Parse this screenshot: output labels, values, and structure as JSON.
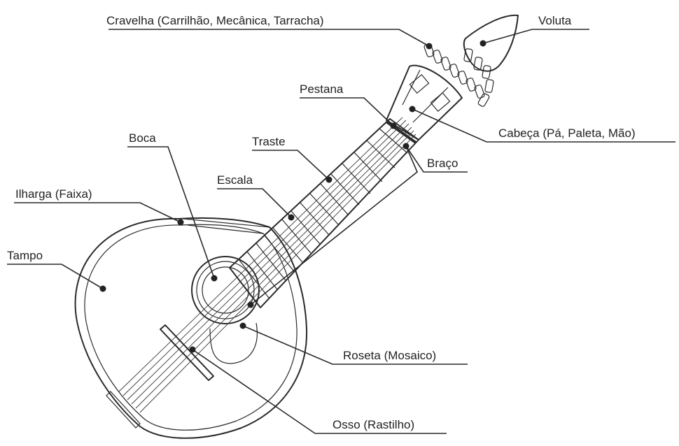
{
  "labels": {
    "cravelha": "Cravelha (Carrilhão, Mecânica, Tarracha)",
    "voluta": "Voluta",
    "pestana": "Pestana",
    "cabeca": "Cabeça (Pá, Paleta, Mão)",
    "boca": "Boca",
    "traste": "Traste",
    "braco": "Braço",
    "escala": "Escala",
    "ilharga": "Ilharga (Faixa)",
    "tampo": "Tampo",
    "roseta": "Roseta (Mosaico)",
    "osso": "Osso (Rastilho)"
  }
}
